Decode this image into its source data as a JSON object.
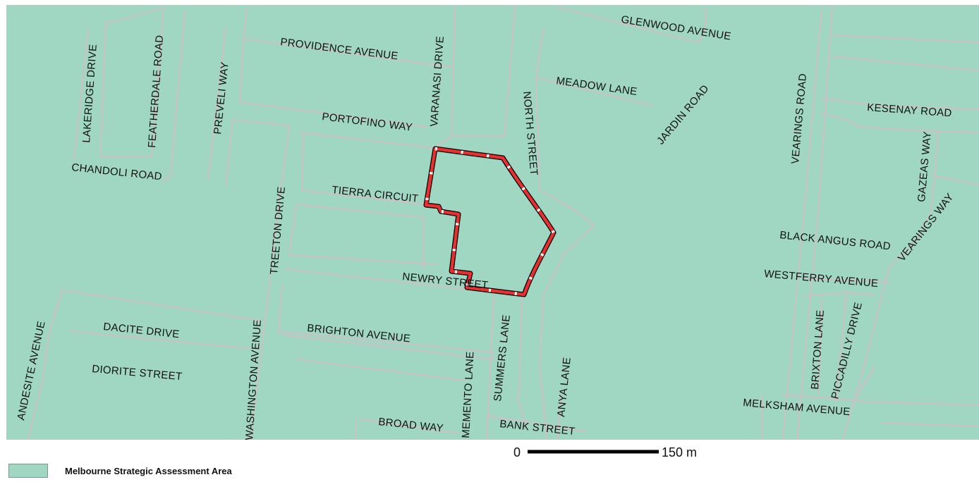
{
  "map": {
    "area_color": "#9fd7c2",
    "road_color": "#c9c3c8",
    "boundary_color": "#e8302f",
    "boundary_dash_color": "#ffffff",
    "street_labels": [
      "GLENWOOD AVENUE",
      "PROVIDENCE AVENUE",
      "VARANASI DRIVE",
      "LAKERIDGE DRIVE",
      "FEATHERDALE ROAD",
      "PREVELI WAY",
      "MEADOW LANE",
      "NORTH STREET",
      "JARDIN ROAD",
      "VEARINGS ROAD",
      "KESENAY ROAD",
      "PORTOFINO WAY",
      "CHANDOLI ROAD",
      "TREETON DRIVE",
      "TIERRA CIRCUIT",
      "GAZEAS WAY",
      "VEARINGS WAY",
      "BLACK ANGUS ROAD",
      "WESTFERRY AVENUE",
      "NEWRY STREET",
      "WASHINGTON AVENUE",
      "ANDESITE AVENUE",
      "DACITE DRIVE",
      "BRIGHTON AVENUE",
      "DIORITE STREET",
      "SUMMERS LANE",
      "MEMENTO LANE",
      "ANYA LANE",
      "BRIXTON LANE",
      "PICCADILLY DRIVE",
      "MELKSHAM AVENUE",
      "BROAD WAY",
      "BANK STREET"
    ]
  },
  "scale": {
    "start_label": "0",
    "end_label": "150 m"
  },
  "legend": {
    "items": [
      {
        "label": "Melbourne Strategic Assessment Area",
        "color": "#9fd7c2"
      }
    ]
  }
}
